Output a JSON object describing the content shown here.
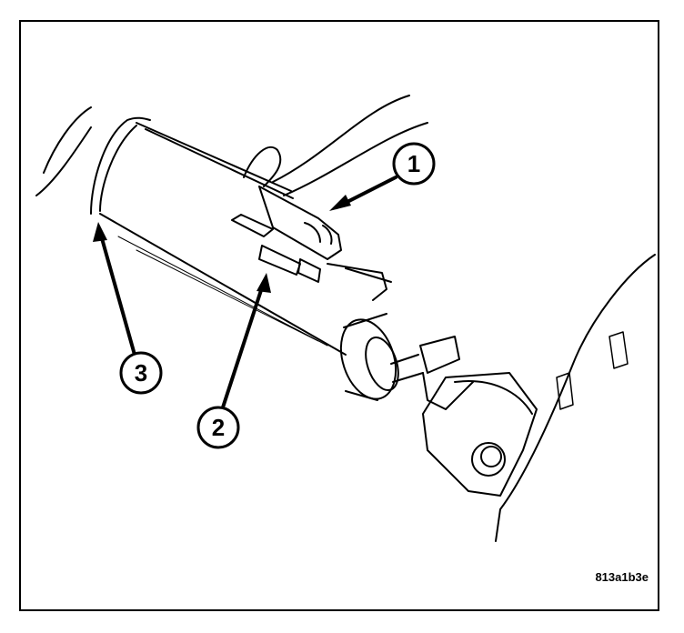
{
  "callouts": [
    {
      "id": "callout-1",
      "label": "1"
    },
    {
      "id": "callout-2",
      "label": "2"
    },
    {
      "id": "callout-3",
      "label": "3"
    }
  ],
  "figure_code": "813a1b3e",
  "colors": {
    "line": "#000000",
    "background": "#ffffff"
  }
}
